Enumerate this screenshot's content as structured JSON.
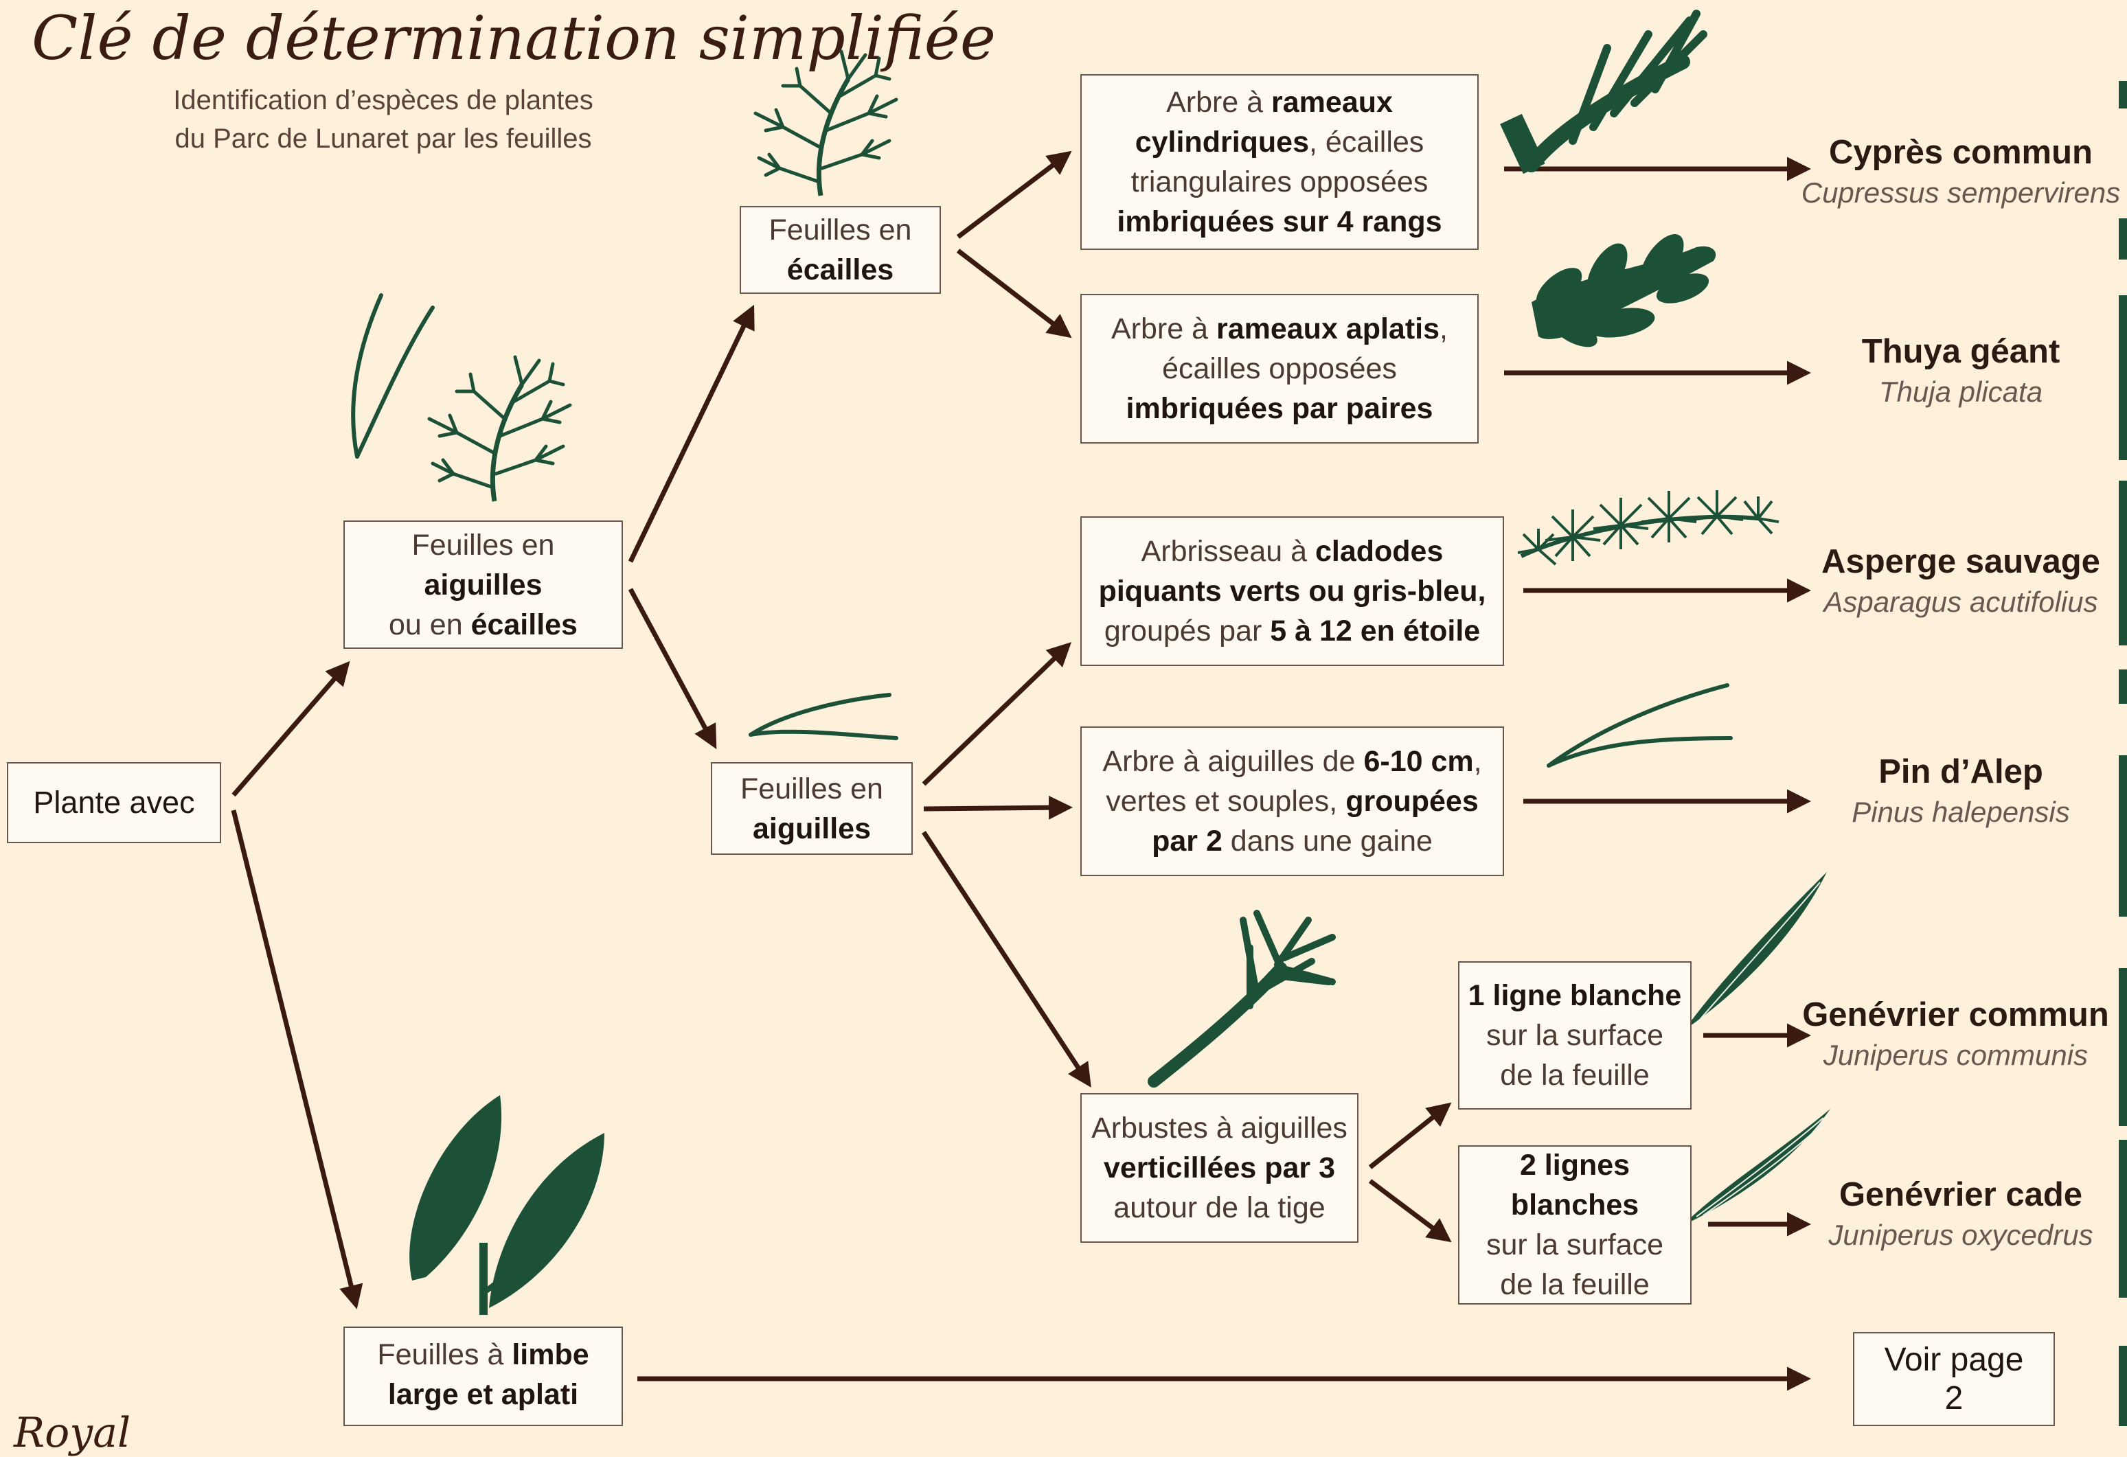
{
  "header": {
    "title": "Clé de détermination simplifiée",
    "subtitle_line1": "Identification d’espèces de plantes",
    "subtitle_line2": "du Parc de Lunaret par les feuilles"
  },
  "nodes": {
    "root": "Plante avec",
    "aiguilles_ecailles": [
      "Feuilles en",
      "aiguilles",
      "ou en ",
      "écailles"
    ],
    "ecailles": [
      "Feuilles en",
      "écailles"
    ],
    "aiguilles": [
      "Feuilles en",
      "aiguilles"
    ],
    "limbe": [
      "Feuilles à ",
      "limbe",
      "large et aplati"
    ],
    "cylindriques": [
      "Arbre à ",
      "rameaux",
      "cylindriques",
      ", écailles",
      "triangulaires opposées",
      "imbriquées sur 4 rangs"
    ],
    "aplatis": [
      "Arbre à ",
      "rameaux aplatis",
      ",",
      "écailles opposées",
      "imbriquées par paires"
    ],
    "cladodes": [
      "Arbrisseau à ",
      "cladodes",
      "piquants verts ou gris-bleu,",
      "groupés par ",
      "5 à 12 en étoile"
    ],
    "pin": [
      "Arbre à aiguilles de ",
      "6-10 cm",
      ",",
      "vertes et souples, ",
      "groupées",
      "par 2",
      " dans une gaine"
    ],
    "verticillees": [
      "Arbustes à aiguilles",
      "verticillées par 3",
      "autour de la tige"
    ],
    "une_ligne": [
      "1 ligne blanche",
      "sur la surface",
      "de la feuille"
    ],
    "deux_lignes": [
      "2 lignes",
      "blanches",
      "sur la surface",
      "de la feuille"
    ],
    "voir_page": [
      "Voir page",
      "2"
    ]
  },
  "species": [
    {
      "common": "Cyprès commun",
      "latin": "Cupressus sempervirens"
    },
    {
      "common": "Thuya géant",
      "latin": "Thuja plicata"
    },
    {
      "common": "Asperge sauvage",
      "latin": "Asparagus acutifolius"
    },
    {
      "common": "Pin d’Alep",
      "latin": "Pinus halepensis"
    },
    {
      "common": "Genévrier commun",
      "latin": "Juniperus communis"
    },
    {
      "common": "Genévrier cade",
      "latin": "Juniperus oxycedrus"
    }
  ],
  "bottom_partial_text": "Royal",
  "icons": [
    "cypress-branch-icon",
    "fern-branch-icon",
    "thuja-branch-icon",
    "asparagus-cladode-icon",
    "pine-needle-icon",
    "juniper-sprig-icon",
    "needle-leaf-icon",
    "broad-leaf-icon"
  ],
  "colors": {
    "background": "#fdf1dc",
    "arrow": "#3a1a10",
    "plant_green": "#1c5138",
    "box_border": "#6a564c",
    "title": "#3b1c12"
  }
}
